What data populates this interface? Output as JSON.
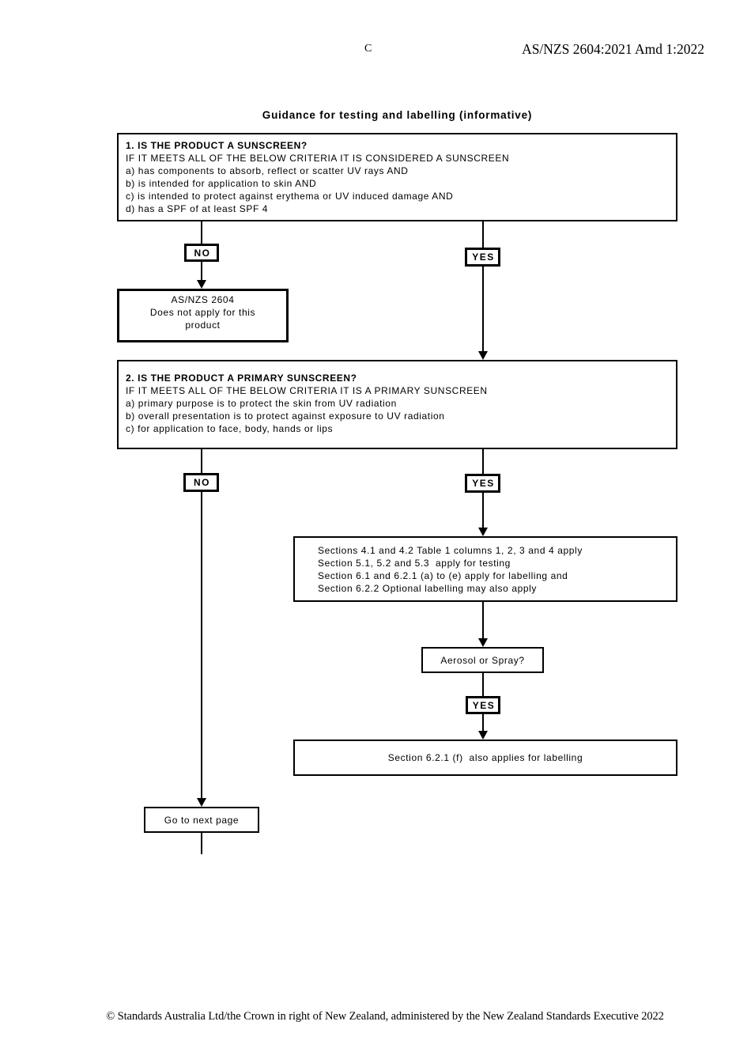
{
  "header": {
    "page_letter": "C",
    "doc_ref": "AS/NZS 2604:2021 Amd 1:2022"
  },
  "figure": {
    "title": "Guidance for testing and labelling (informative)"
  },
  "flow": {
    "decision1": {
      "heading": "1. IS THE PRODUCT A SUNSCREEN?",
      "intro": "IF IT MEETS ALL OF THE BELOW CRITERIA IT IS CONSIDERED A SUNSCREEN",
      "criteria": [
        "a) has components to absorb, reflect or scatter UV rays AND",
        "b) is intended for application to skin AND",
        "c) is intended to protect against erythema or UV induced damage AND",
        "d) has a SPF of at least SPF 4"
      ]
    },
    "labels": {
      "no": "NO",
      "yes": "YES"
    },
    "not_apply": {
      "lines": [
        "AS/NZS 2604",
        "Does not apply for this",
        "product"
      ]
    },
    "decision2": {
      "heading": "2. IS THE PRODUCT A PRIMARY SUNSCREEN?",
      "intro": "IF IT MEETS ALL OF THE BELOW CRITERIA IT IS A PRIMARY SUNSCREEN",
      "criteria": [
        "a) primary purpose is to protect the skin from UV radiation",
        "b) overall presentation is to protect against exposure to UV radiation",
        "c) for application to face, body, hands or lips"
      ]
    },
    "sections_apply": {
      "lines": [
        "Sections 4.1 and 4.2 Table 1 columns 1, 2, 3 and 4 apply",
        "Section 5.1, 5.2 and 5.3  apply for testing",
        "Section 6.1 and 6.2.1 (a) to (e) apply for labelling and",
        "Section 6.2.2 Optional labelling may also apply"
      ]
    },
    "aerosol_question": "Aerosol or Spray?",
    "labelling_result": "Section 6.2.1 (f)  also applies for labelling",
    "next_page": "Go to next page"
  },
  "footer": {
    "copyright": "© Standards Australia Ltd/the Crown in right of New Zealand, administered by the New Zealand Standards Executive 2022"
  },
  "colors": {
    "ink": "#000000",
    "background": "#ffffff"
  }
}
